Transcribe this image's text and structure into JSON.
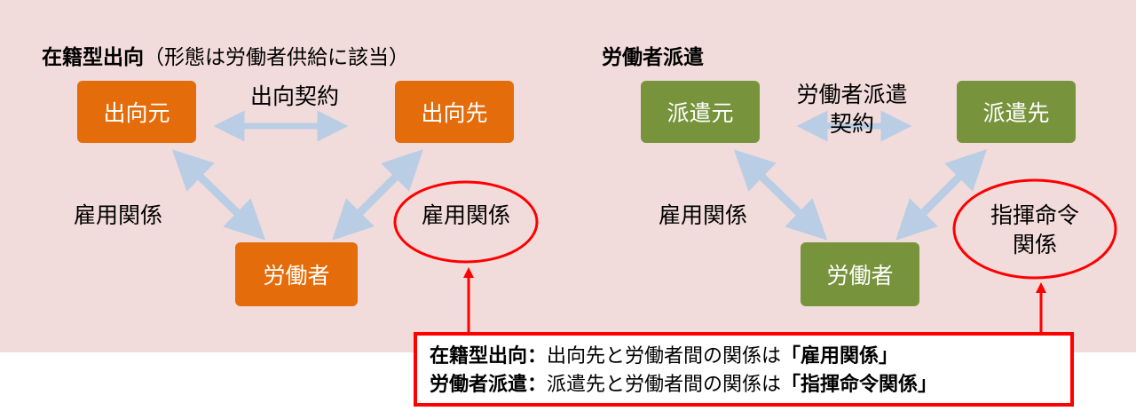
{
  "left": {
    "title": "在籍型出向",
    "subtitle": "（形態は労働者供給に該当）",
    "source_box": "出向元",
    "target_box": "出向先",
    "worker_box": "労働者",
    "contract_label": "出向契約",
    "left_relation": "雇用関係",
    "right_relation": "雇用関係"
  },
  "right": {
    "title": "労働者派遣",
    "source_box": "派遣元",
    "target_box": "派遣先",
    "worker_box": "労働者",
    "contract_label_line1": "労働者派遣",
    "contract_label_line2": "契約",
    "left_relation": "雇用関係",
    "right_relation_line1": "指揮命令",
    "right_relation_line2": "関係"
  },
  "callout": {
    "line1_head": "在籍型出向：",
    "line1_body": "出向先と労働者間の関係は",
    "line1_emph": "「雇用関係」",
    "line2_head": "労働者派遣：",
    "line2_body": "派遣先と労働者間の関係は",
    "line2_emph": "「指揮命令関係」"
  },
  "colors": {
    "background": "#f2dcdb",
    "orange": "#e46c0a",
    "green": "#77933c",
    "arrow": "#b9cde5",
    "highlight": "#ff0000"
  }
}
